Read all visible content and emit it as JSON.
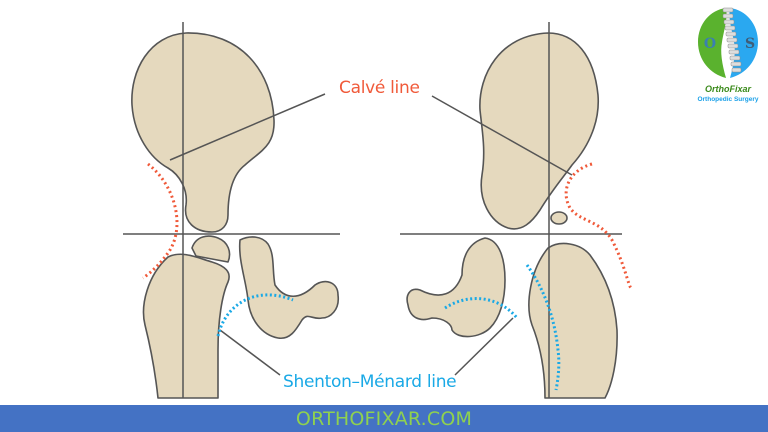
{
  "labels": {
    "calve_line": "Calvé line",
    "shenton_menard_line": "Shenton–Ménard line"
  },
  "logo": {
    "name": "OrthoFixar",
    "subtitle": "Orthopedic Surgery",
    "letters": [
      "O",
      "S"
    ]
  },
  "footer": {
    "site": "ORTHOFIXAR.COM"
  },
  "colors": {
    "bone_fill": "#e5d9be",
    "bone_stroke": "#555555",
    "calve_line": "#f05a3a",
    "shenton_line": "#1aa9e6",
    "footer_bg": "#4472c4",
    "footer_text": "#8fd14f"
  }
}
